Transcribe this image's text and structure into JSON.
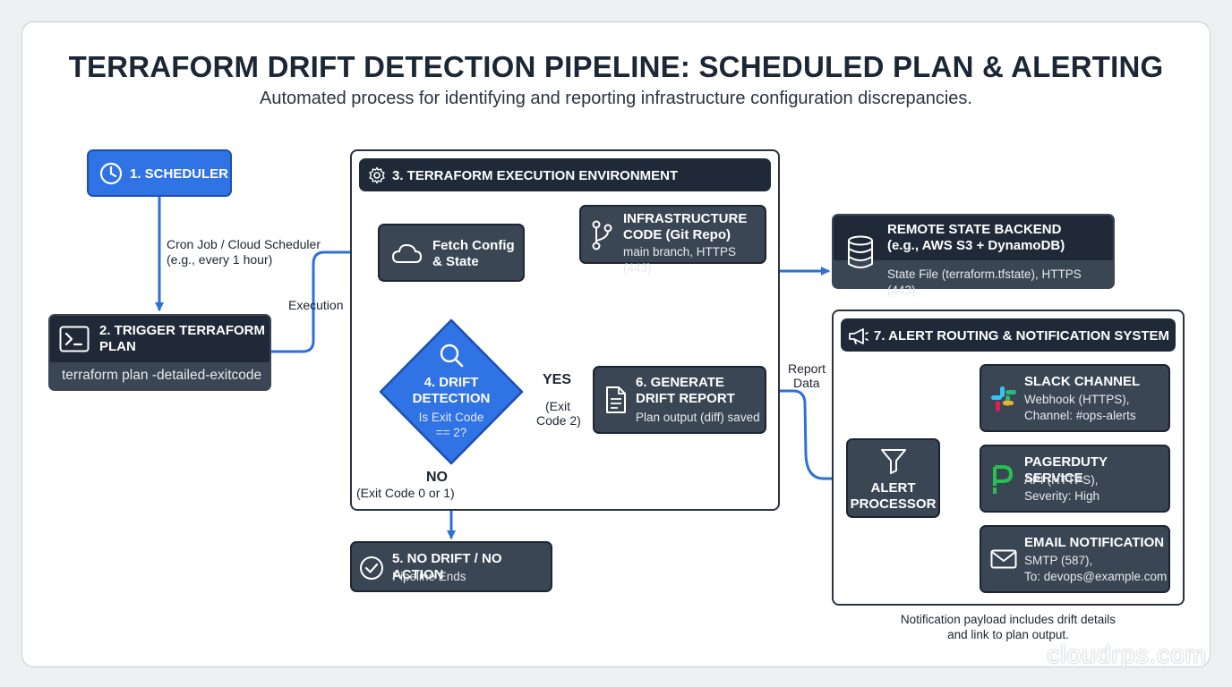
{
  "title": "TERRAFORM DRIFT DETECTION PIPELINE: SCHEDULED PLAN & ALERTING",
  "subtitle": "Automated process for identifying and reporting infrastructure configuration discrepancies.",
  "colors": {
    "accent_blue": "#2f73e4",
    "dark_panel": "#1f2938",
    "box_gray": "#3b4654",
    "line_blue": "#2f6fd8"
  },
  "scheduler": {
    "label": "1. SCHEDULER",
    "icon": "clock-icon"
  },
  "cron_label": [
    "Cron Job / Cloud Scheduler",
    "(e.g., every 1 hour)"
  ],
  "trigger": {
    "title_line1": "2. TRIGGER TERRAFORM",
    "title_line2": "PLAN",
    "command": "terraform plan -detailed-exitcode",
    "icon": "terminal-icon"
  },
  "execution_label": "Execution",
  "env": {
    "title": "3. TERRAFORM EXECUTION ENVIRONMENT",
    "icon": "gear-icon"
  },
  "fetch": {
    "line1": "Fetch Config",
    "line2": "& State",
    "icon": "cloud-icon"
  },
  "infra_code": {
    "title_line1": "INFRASTRUCTURE",
    "title_line2": "CODE (Git Repo)",
    "detail": "main branch, HTTPS (443)",
    "icon": "git-branch-icon"
  },
  "remote_state": {
    "title_line1": "REMOTE STATE BACKEND",
    "title_line2": "(e.g., AWS S3 + DynamoDB)",
    "detail": "State File (terraform.tfstate), HTTPS (443)",
    "icon": "database-icon"
  },
  "drift": {
    "line1": "4. DRIFT",
    "line2": "DETECTION",
    "q1": "Is Exit Code",
    "q2": "== 2?",
    "icon": "magnifier-icon"
  },
  "yes": {
    "label": "YES",
    "sub1": "(Exit",
    "sub2": "Code 2)"
  },
  "no": {
    "label": "NO",
    "sub": "(Exit Code 0 or 1)"
  },
  "no_drift": {
    "title": "5. NO DRIFT / NO ACTION",
    "detail": "Pipeline Ends",
    "icon": "check-circle-icon"
  },
  "report": {
    "title_line1": "6. GENERATE",
    "title_line2": "DRIFT REPORT",
    "detail": "Plan output (diff) saved",
    "icon": "document-icon"
  },
  "report_data_label": [
    "Report",
    "Data"
  ],
  "alerting": {
    "title": "7. ALERT ROUTING & NOTIFICATION SYSTEM",
    "icon": "megaphone-icon"
  },
  "processor": {
    "line1": "ALERT",
    "line2": "PROCESSOR",
    "icon": "filter-icon"
  },
  "slack": {
    "title": "SLACK CHANNEL",
    "d1": "Webhook (HTTPS),",
    "d2": "Channel: #ops-alerts",
    "icon": "slack-icon"
  },
  "pagerduty": {
    "title": "PAGERDUTY SERVICE",
    "d1": "API (HTTPS),",
    "d2": "Severity: High",
    "icon": "pagerduty-icon"
  },
  "email": {
    "title": "EMAIL NOTIFICATION",
    "d1": "SMTP (587),",
    "d2": "To: devops@example.com",
    "icon": "envelope-icon"
  },
  "footnote": [
    "Notification payload includes drift details",
    "and link to plan output."
  ],
  "watermark": "cloudrps.com"
}
